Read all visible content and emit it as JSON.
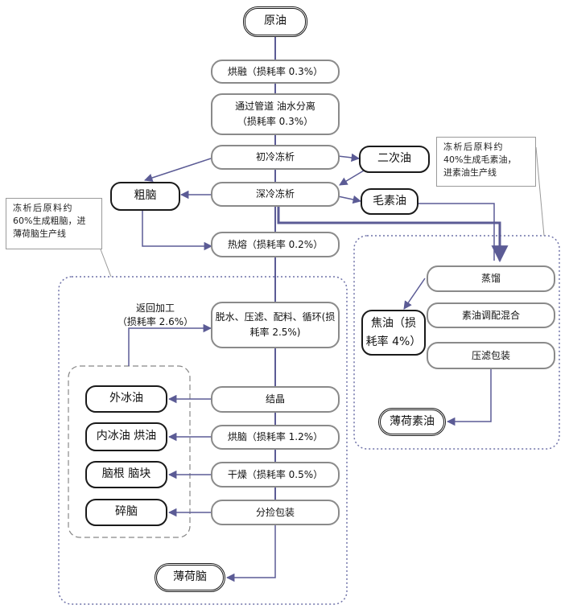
{
  "nodes": {
    "raw_oil": "原油",
    "baking": "烘融（损耗率 0.3%）",
    "separation_line1": "通过管道 油水分离",
    "separation_line2": "（损耗率 0.3%）",
    "initial_freeze": "初冷冻析",
    "secondary_oil": "二次油",
    "deep_freeze": "深冷冻析",
    "crude_camphor": "粗脑",
    "crude_mint_oil": "毛素油",
    "hot_melt": "热熔（损耗率 0.2%）",
    "dehydration_line1": "脱水、压滤、配料、循环(损",
    "dehydration_line2": "耗率 2.5%)",
    "crystallize": "结晶",
    "baking_camphor": "烘脑（损耗率 1.2%）",
    "drying": "干燥（损耗率 0.5%）",
    "sorting": "分捡包装",
    "outer_ice_oil": "外冰油",
    "inner_ice_oil": "内冰油  烘油",
    "camphor_root": "脑根  脑块",
    "broken_camphor": "碎脑",
    "menthol": "薄荷脑",
    "distill": "蒸馏",
    "blend": "素油调配混合",
    "press_pack": "压滤包装",
    "coke_oil_line1": "焦油（损",
    "coke_oil_line2": "耗率 4%）",
    "mint_oil": "薄荷素油"
  },
  "labels": {
    "return_line1": "返回加工",
    "return_line2": "（损耗率 2.6%）"
  },
  "notes": {
    "left_line1": "冻析后原料约",
    "left_line2": "60%生成粗脑，进",
    "left_line3": "薄荷脑生产线",
    "right_line1": "冻析后原料约",
    "right_line2": "40%生成毛素油，",
    "right_line3": "进素油生产线"
  },
  "colors": {
    "connector": "#5b5b95",
    "box_border": "#8a8a8a",
    "bold_border": "#1a1a1a",
    "region_border": "#6f72a8"
  }
}
